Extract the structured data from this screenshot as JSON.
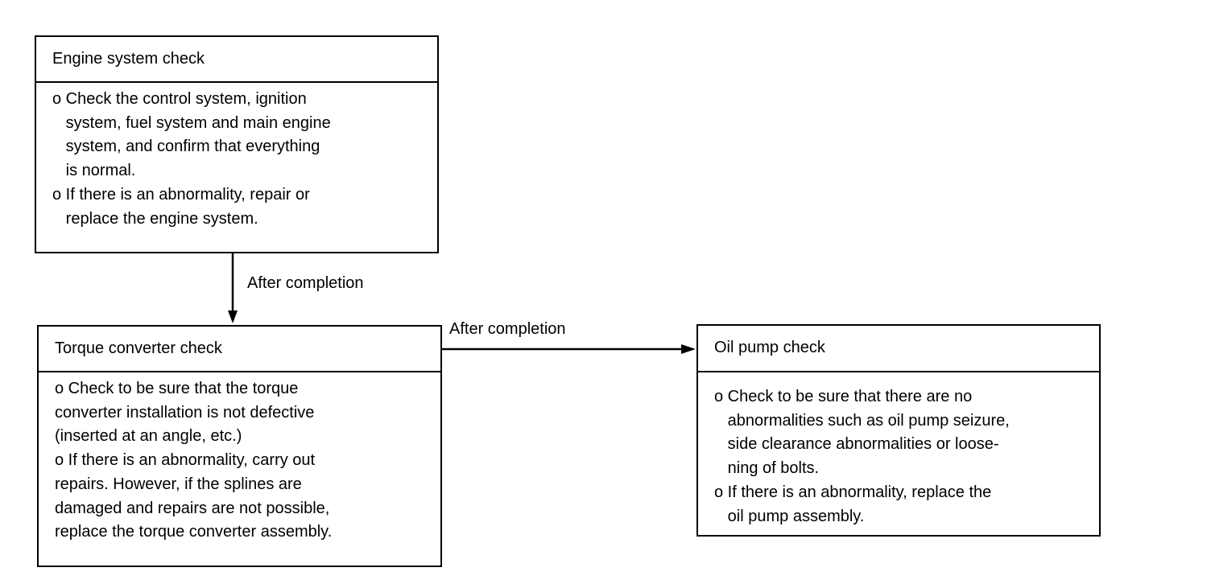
{
  "boxes": {
    "engine": {
      "title": "Engine system check",
      "lines": [
        "o Check the control system, ignition",
        "   system, fuel system and main engine",
        "   system, and confirm that everything",
        "   is normal.",
        "o If there is an abnormality, repair or",
        "   replace the engine system."
      ]
    },
    "torque": {
      "title": "Torque converter check",
      "lines": [
        "o Check to be sure that the torque",
        "converter installation is not defective",
        "(inserted at an angle, etc.)",
        "o If there is an abnormality, carry out",
        "repairs. However, if the splines are",
        "damaged and repairs are not possible,",
        "replace the torque converter assembly."
      ]
    },
    "oilpump": {
      "title": "Oil pump check",
      "lines": [
        "o Check to be sure that there are no",
        "   abnormalities such as oil pump seizure,",
        "   side clearance abnormalities or loose-",
        "   ning of bolts.",
        "o If there is an abnormality, replace the",
        "   oil pump assembly."
      ]
    }
  },
  "connectors": {
    "engine_to_torque": "After completion",
    "torque_to_oilpump": "After completion"
  }
}
